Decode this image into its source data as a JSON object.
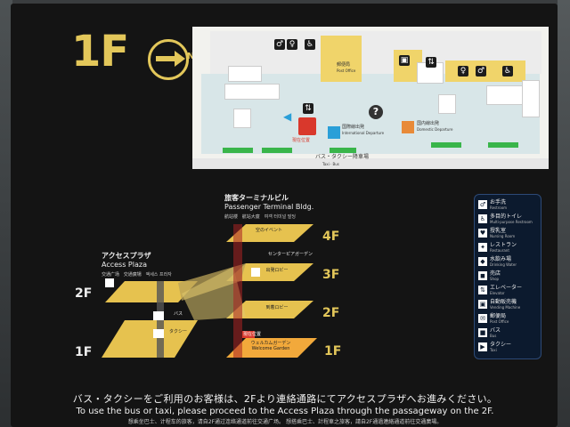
{
  "header": {
    "floor_label": "1F",
    "compass_letter": "N"
  },
  "floor_map": {
    "labels": {
      "post_office": "郵便局",
      "post_office_en": "Post Office",
      "here": "現在位置",
      "intl_departure_jp": "国際線出発",
      "intl_departure_en": "International Departure",
      "dom_departure_jp": "国内線出発",
      "dom_departure_en": "Domestic Departure",
      "bus_taxi_jp": "バス・タクシー降車場",
      "bus_taxi_en": "Taxi · Bus",
      "info_symbol": "?"
    }
  },
  "section_diagram": {
    "terminal_jp": "旅客ターミナルビル",
    "terminal_en": "Passenger Terminal Bldg.",
    "terminal_cols": [
      "航站楼",
      "航站大廈",
      "여객 터미널 빌딩"
    ],
    "plaza_jp": "アクセスプラザ",
    "plaza_en": "Access Plaza",
    "plaza_cols": [
      "交通广场",
      "交通廣場",
      "액세스 프라자"
    ],
    "floors": {
      "f4": "4F",
      "f3": "3F",
      "f2": "2F",
      "f1": "1F",
      "left_2f": "2F",
      "left_1f": "1F"
    },
    "plates": {
      "f4": "空のイベント",
      "f3a": "センターピアガーデン",
      "f3b": "出発ロビー",
      "f2": "到着ロビー",
      "f1_here": "現在位置",
      "f1": "ウェルカムガーデン",
      "f1_en": "Welcome Garden",
      "left_bus": "バス",
      "left_taxi": "タクシー"
    }
  },
  "legend": {
    "items": [
      {
        "icon": "♂",
        "jp": "お手洗",
        "en": "Restroom"
      },
      {
        "icon": "♿",
        "jp": "多目的トイレ",
        "en": "Multi-purpose Restroom"
      },
      {
        "icon": "♥",
        "jp": "授乳室",
        "en": "Nursing Room"
      },
      {
        "icon": "✦",
        "jp": "レストラン",
        "en": "Restaurant"
      },
      {
        "icon": "◆",
        "jp": "水飲み場",
        "en": "Drinking Water"
      },
      {
        "icon": "◼",
        "jp": "売店",
        "en": "Shop"
      },
      {
        "icon": "⇅",
        "jp": "エレベーター",
        "en": "Elevator"
      },
      {
        "icon": "▣",
        "jp": "自動販売機",
        "en": "Vending Machine"
      },
      {
        "icon": "✉",
        "jp": "郵便局",
        "en": "Post Office"
      },
      {
        "icon": "■",
        "jp": "バス",
        "en": "Bus"
      },
      {
        "icon": "▶",
        "jp": "タクシー",
        "en": "Taxi"
      }
    ]
  },
  "notice": {
    "jp": "バス・タクシーをご利用のお客様は、2Fより連絡通路にてアクセスプラザへお進みください。",
    "en": "To use the bus or taxi, please proceed to the Access Plaza through the passageway on the 2F.",
    "cn": "想乘坐巴士、计程车的旅客，请自2F通过连络通道前往交通广场。  想搭乘巴士、計程車之旅客，請自2F通過連絡通道前往交通廣場。"
  }
}
